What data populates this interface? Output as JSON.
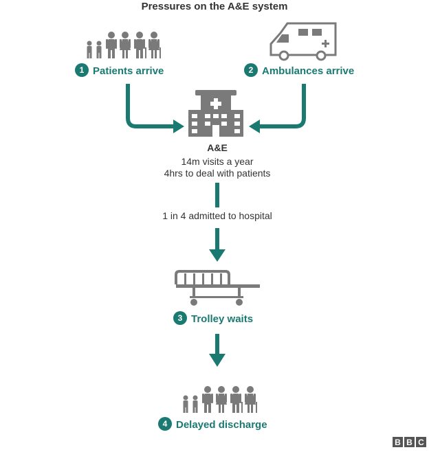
{
  "title": "Pressures on the A&E system",
  "colors": {
    "accent": "#1a7a72",
    "icon": "#7a7a7a",
    "text": "#333333"
  },
  "steps": [
    {
      "num": "1",
      "label": "Patients arrive",
      "icon": "family-icon"
    },
    {
      "num": "2",
      "label": "Ambulances arrive",
      "icon": "ambulance-icon"
    },
    {
      "num": "3",
      "label": "Trolley waits",
      "icon": "trolley-icon"
    },
    {
      "num": "4",
      "label": "Delayed discharge",
      "icon": "family-icon"
    }
  ],
  "ae": {
    "title": "A&E",
    "line1": "14m visits a year",
    "line2": "4hrs to deal with patients",
    "icon": "hospital-icon"
  },
  "admission_note": "1 in 4 admitted to hospital",
  "brand": {
    "letters": [
      "B",
      "B",
      "C"
    ]
  }
}
